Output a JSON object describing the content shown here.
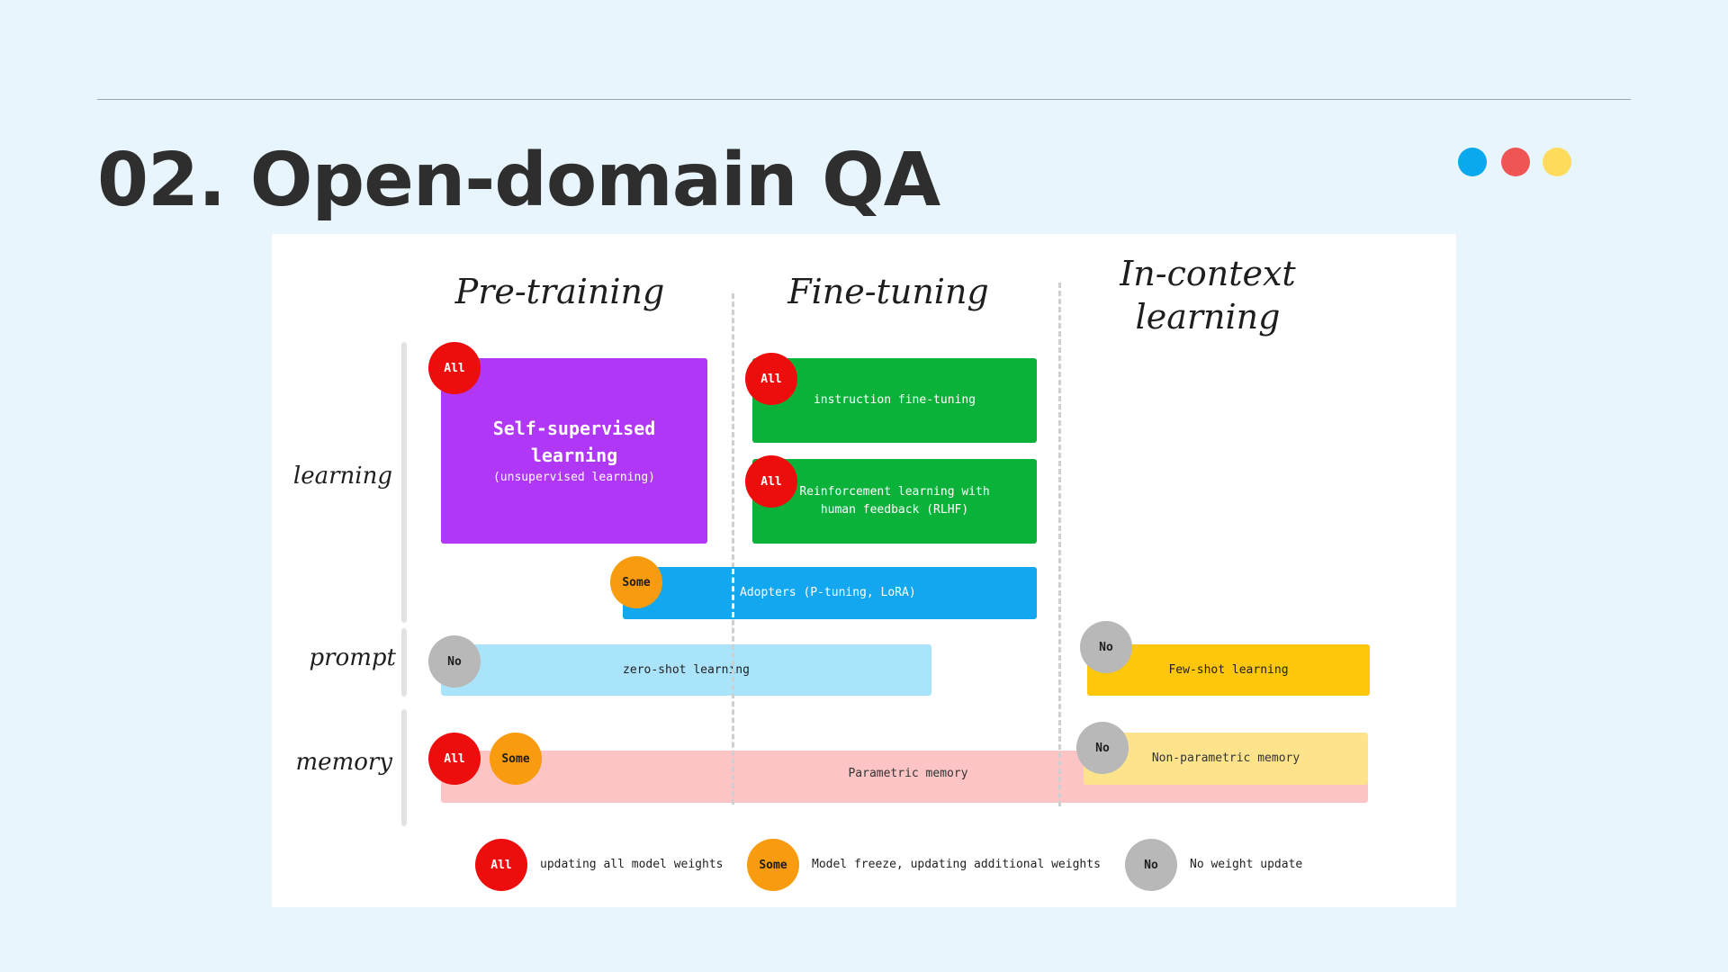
{
  "slide": {
    "title": "02. Open-domain QA",
    "accent_dots": [
      "#0aa8ec",
      "#f05555",
      "#fddc5c"
    ]
  },
  "diagram": {
    "columns": {
      "pretraining": "Pre-training",
      "finetuning": "Fine-tuning",
      "incontext_line1": "In-context",
      "incontext_line2": "learning"
    },
    "rows": {
      "learning": "learning",
      "prompt": "prompt",
      "memory": "memory"
    },
    "boxes": {
      "self_supervised_line1": "Self-supervised",
      "self_supervised_line2": "learning",
      "self_supervised_sub": "(unsupervised learning)",
      "instruction": "instruction fine-tuning",
      "rlhf_line1": "Reinforcement learning with",
      "rlhf_line2": "human feedback (RLHF)",
      "adopters": "Adopters (P-tuning, LoRA)",
      "zero_shot": "zero-shot learning",
      "few_shot": "Few-shot learning",
      "parametric": "Parametric memory",
      "non_parametric": "Non-parametric memory"
    },
    "badges": {
      "all": "All",
      "some": "Some",
      "no": "No"
    },
    "legend": {
      "all_text": "updating all model weights",
      "some_text": "Model freeze, updating additional weights",
      "no_text": "No weight update"
    },
    "colors": {
      "self_supervised": "#af37f5",
      "fine_tuning": "#0ab23a",
      "adopters": "#13a7ef",
      "zero_shot": "#a9e4fb",
      "few_shot": "#fdc70c",
      "parametric": "#fcc4c4",
      "non_parametric": "#fde48c",
      "badge_all": "#ee0d0d",
      "badge_some": "#f99b0e",
      "badge_no": "#b8b8b8"
    }
  }
}
